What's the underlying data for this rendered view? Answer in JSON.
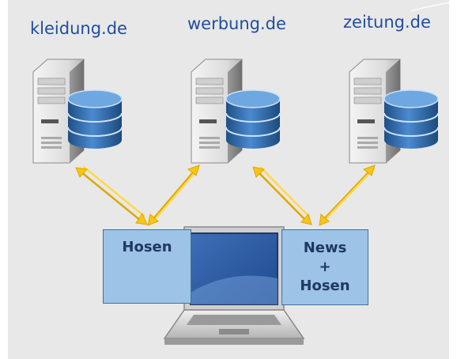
{
  "servers": [
    {
      "label": "kleidung.de"
    },
    {
      "label": "werbung.de"
    },
    {
      "label": "zeitung.de"
    }
  ],
  "laptop_tabs": {
    "left": {
      "lines": [
        "Hosen"
      ]
    },
    "right": {
      "lines": [
        "News",
        "+",
        "Hosen"
      ]
    }
  },
  "colors": {
    "background": "#e8e8e8",
    "label_text": "#1f4e9c",
    "database": "#2e6aa6",
    "arrow": "#f5c518",
    "tab_fill": "#9dc3e6",
    "screen": "#2f5597"
  }
}
